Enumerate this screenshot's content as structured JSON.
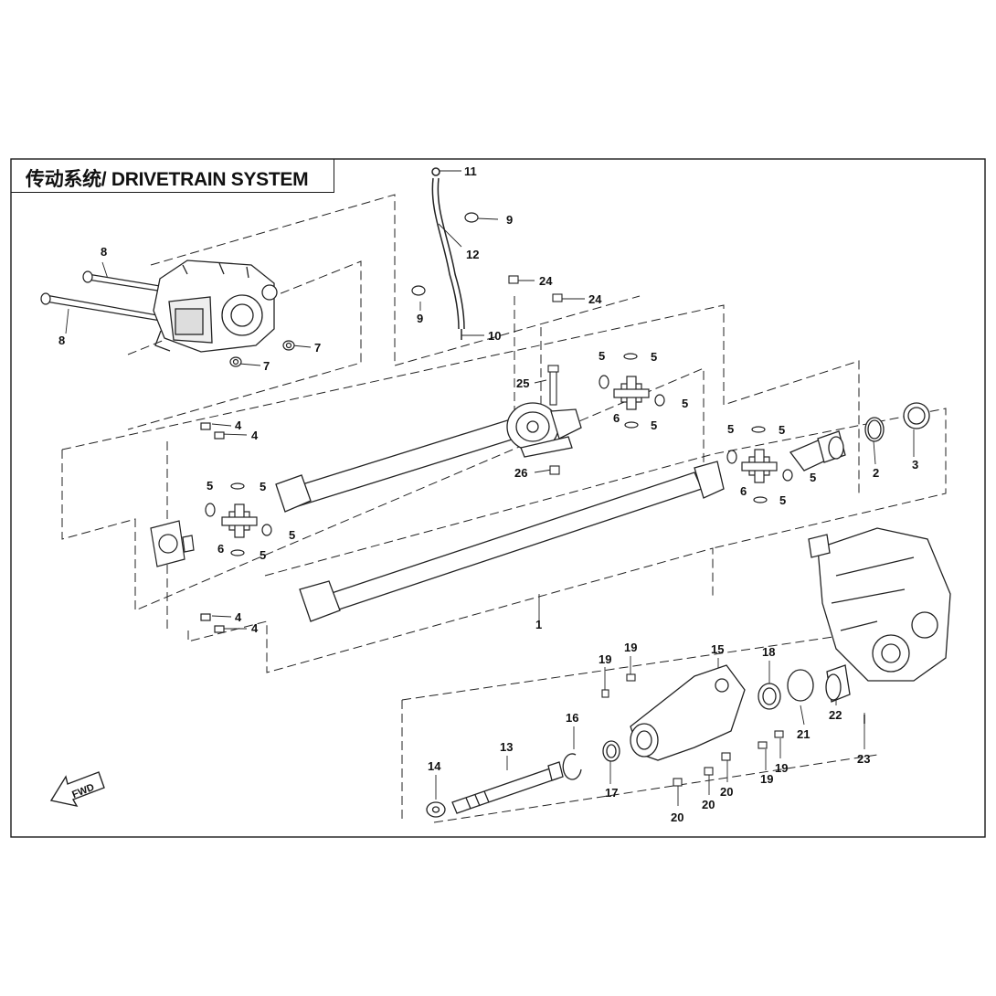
{
  "title": "传动系统/ DRIVETRAIN SYSTEM",
  "fwd_label": "FWD",
  "callouts": [
    {
      "id": "c11a",
      "num": "11"
    },
    {
      "id": "c9a",
      "num": "9"
    },
    {
      "id": "c12",
      "num": "12"
    },
    {
      "id": "c9b",
      "num": "9"
    },
    {
      "id": "c10",
      "num": "10"
    },
    {
      "id": "c8a",
      "num": "8"
    },
    {
      "id": "c8b",
      "num": "8"
    },
    {
      "id": "c7a",
      "num": "7"
    },
    {
      "id": "c7b",
      "num": "7"
    },
    {
      "id": "c24a",
      "num": "24"
    },
    {
      "id": "c24b",
      "num": "24"
    },
    {
      "id": "c25",
      "num": "25"
    },
    {
      "id": "c26",
      "num": "26"
    },
    {
      "id": "c5a",
      "num": "5"
    },
    {
      "id": "c5b",
      "num": "5"
    },
    {
      "id": "c5c",
      "num": "5"
    },
    {
      "id": "c5d",
      "num": "5"
    },
    {
      "id": "c6a",
      "num": "6"
    },
    {
      "id": "c4a",
      "num": "4"
    },
    {
      "id": "c4b",
      "num": "4"
    },
    {
      "id": "c5e",
      "num": "5"
    },
    {
      "id": "c5f",
      "num": "5"
    },
    {
      "id": "c5g",
      "num": "5"
    },
    {
      "id": "c5h",
      "num": "5"
    },
    {
      "id": "c6b",
      "num": "6"
    },
    {
      "id": "c4c",
      "num": "4"
    },
    {
      "id": "c4d",
      "num": "4"
    },
    {
      "id": "c5i",
      "num": "5"
    },
    {
      "id": "c5j",
      "num": "5"
    },
    {
      "id": "c5k",
      "num": "5"
    },
    {
      "id": "c5l",
      "num": "5"
    },
    {
      "id": "c6c",
      "num": "6"
    },
    {
      "id": "c2",
      "num": "2"
    },
    {
      "id": "c3",
      "num": "3"
    },
    {
      "id": "c1",
      "num": "1"
    },
    {
      "id": "c19a",
      "num": "19"
    },
    {
      "id": "c19b",
      "num": "19"
    },
    {
      "id": "c15",
      "num": "15"
    },
    {
      "id": "c18",
      "num": "18"
    },
    {
      "id": "c16",
      "num": "16"
    },
    {
      "id": "c13",
      "num": "13"
    },
    {
      "id": "c14",
      "num": "14"
    },
    {
      "id": "c17",
      "num": "17"
    },
    {
      "id": "c21",
      "num": "21"
    },
    {
      "id": "c22",
      "num": "22"
    },
    {
      "id": "c23",
      "num": "23"
    },
    {
      "id": "c19c",
      "num": "19"
    },
    {
      "id": "c19d",
      "num": "19"
    },
    {
      "id": "c20a",
      "num": "20"
    },
    {
      "id": "c20b",
      "num": "20"
    },
    {
      "id": "c20c",
      "num": "20"
    }
  ]
}
